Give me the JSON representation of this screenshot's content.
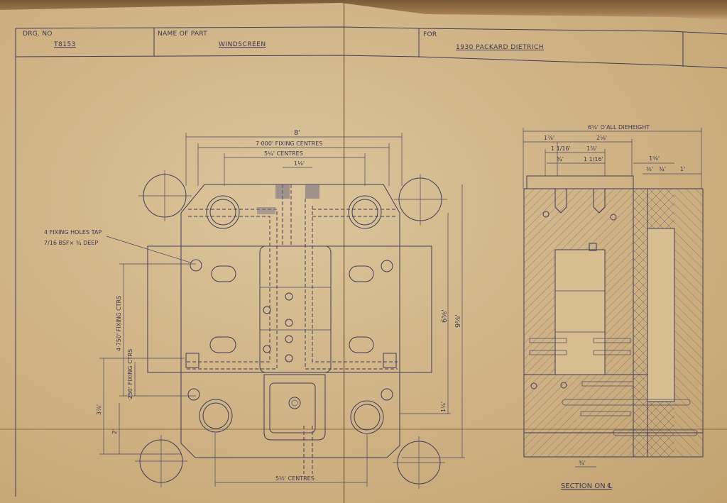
{
  "title_block": {
    "drg_no_label": "DRG. NO",
    "drg_no_value": "T8153",
    "name_label": "NAME OF PART",
    "name_value": "WINDSCREEN",
    "for_label": "FOR",
    "for_value": "1930 PACKARD DIETRICH"
  },
  "plan_view": {
    "dim_overall": "8'",
    "dim_fixing_centres": "7·000' FIXING CENTRES",
    "dim_centres_top": "5¼' CENTRES",
    "dim_small": "1⅛'",
    "note_line1": "4 FIXING HOLES TAP",
    "note_line2": "7/16 BSF× ¾ DEEP",
    "dim_fixing_ctrs_v": "4·750' FIXING CTRS",
    "dim_250_fixing": "·250' FIXING CTRS",
    "dim_3_7_8": "3⅞'",
    "dim_2": "2'",
    "dim_6_5_8": "6⅝'",
    "dim_9_5_8": "9⅝'",
    "dim_1_1_4": "1¼'",
    "dim_centres_bottom": "5½' CENTRES"
  },
  "section_view": {
    "dim_overall": "6⅝' O'ALL DIEHEIGHT",
    "dim_1_7_8": "1⅞'",
    "dim_2_1_8": "2⅛'",
    "dim_1_1_16": "1 1/16'",
    "dim_1_7_8_b": "1⅞'",
    "dim_3_4_a": "¾'",
    "dim_1_1_16_b": "1 1/16'",
    "dim_1_5_8": "1⅝'",
    "dim_3_8": "⅜'",
    "dim_3_4_b": "¾'",
    "dim_1": "1'",
    "dim_3_4_bottom": "¾'",
    "section_label": "SECTION ON ℄"
  }
}
